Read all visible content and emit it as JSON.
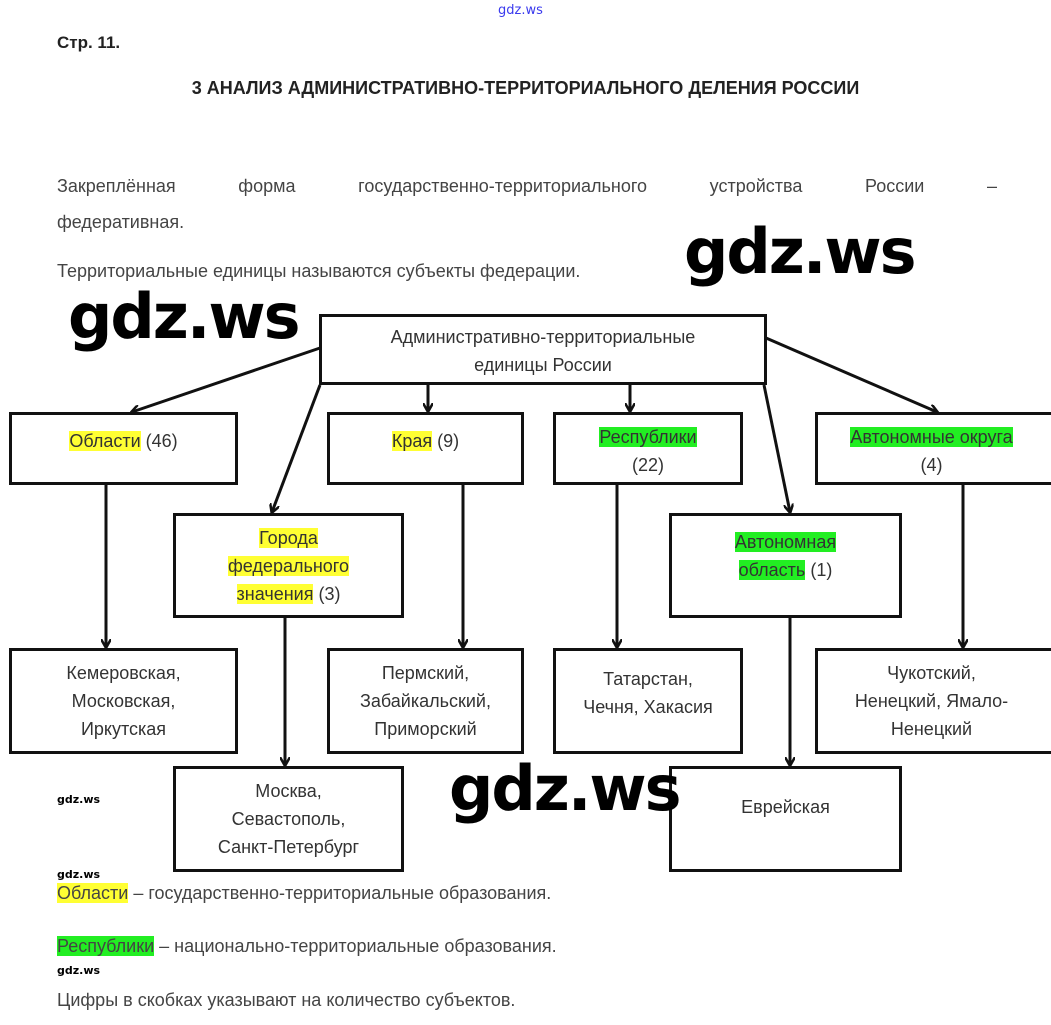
{
  "page_number": "Стр. 11.",
  "heading": "3 АНАЛИЗ АДМИНИСТРАТИВНО-ТЕРРИТОРИАЛЬНОГО ДЕЛЕНИЯ РОССИИ",
  "paragraphs": {
    "p1_line1": "Закреплённая форма государственно-территориального устройства России –",
    "p1_line2": "федеративная.",
    "p2": "Территориальные единицы называются субъекты федерации."
  },
  "diagram": {
    "root": {
      "line1": "Административно-территориальные",
      "line2": "единицы России"
    },
    "oblasti": {
      "label": "Области",
      "count": "(46)",
      "examples": [
        "Кемеровская,",
        "Московская,",
        "Иркутская"
      ]
    },
    "kraya": {
      "label": "Края",
      "count": "(9)",
      "examples": [
        "Пермский,",
        "Забайкальский,",
        "Приморский"
      ]
    },
    "respubliki": {
      "label": "Республики",
      "count": "(22)",
      "examples": [
        "Татарстан,",
        "Чечня, Хакасия"
      ]
    },
    "okruga": {
      "label": "Автономные округа",
      "count": "(4)",
      "examples": [
        "Чукотский,",
        "Ненецкий, Ямало-",
        "Ненецкий"
      ]
    },
    "goroda": {
      "label_lines": [
        "Города",
        "федерального",
        "значения"
      ],
      "count": "(3)",
      "examples": [
        "Москва,",
        "Севастополь,",
        "Санкт-Петербург"
      ]
    },
    "avt_oblast": {
      "label_lines": [
        "Автономная",
        "область"
      ],
      "count": "(1)",
      "examples": [
        "Еврейская"
      ]
    }
  },
  "legend": {
    "oblasti_term": "Области",
    "oblasti_def": " – государственно-территориальные образования.",
    "resp_term": "Республики",
    "resp_def": " – национально-территориальные образования.",
    "note": "Цифры в скобках указывают на количество субъектов."
  },
  "watermarks": {
    "text": "gdz.ws"
  },
  "colors": {
    "yellow_highlight": "#ffff33",
    "green_highlight": "#22ee22"
  }
}
